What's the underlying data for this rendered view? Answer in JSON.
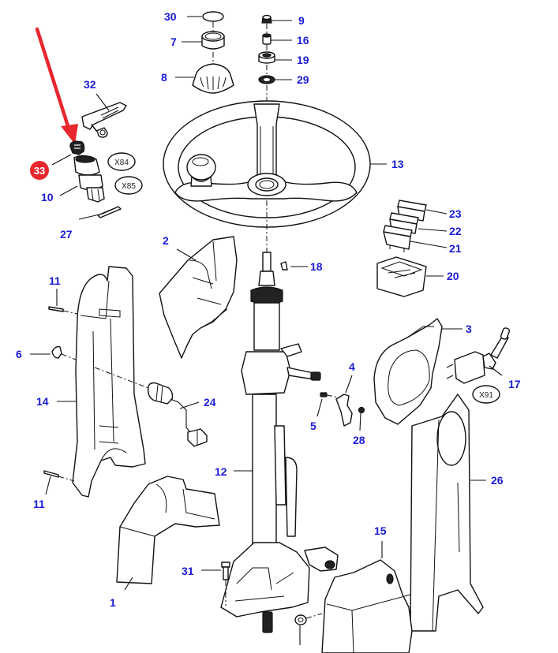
{
  "diagram": {
    "type": "exploded-parts-view",
    "subject": "Steering column assembly",
    "label_color": "#1a1ad6",
    "highlight_color": "#e8262d",
    "highlight": {
      "part": "33",
      "note": "red arrow points to ignition key"
    },
    "parts": [
      {
        "id": "p1",
        "number": "1"
      },
      {
        "id": "p2",
        "number": "2"
      },
      {
        "id": "p3",
        "number": "3"
      },
      {
        "id": "p4",
        "number": "4"
      },
      {
        "id": "p5",
        "number": "5"
      },
      {
        "id": "p6",
        "number": "6"
      },
      {
        "id": "p7",
        "number": "7"
      },
      {
        "id": "p8",
        "number": "8"
      },
      {
        "id": "p9",
        "number": "9"
      },
      {
        "id": "p10",
        "number": "10"
      },
      {
        "id": "p11a",
        "number": "11"
      },
      {
        "id": "p11b",
        "number": "11"
      },
      {
        "id": "p12",
        "number": "12"
      },
      {
        "id": "p13",
        "number": "13"
      },
      {
        "id": "p14",
        "number": "14"
      },
      {
        "id": "p15",
        "number": "15"
      },
      {
        "id": "p16",
        "number": "16"
      },
      {
        "id": "p17",
        "number": "17"
      },
      {
        "id": "p18",
        "number": "18"
      },
      {
        "id": "p19",
        "number": "19"
      },
      {
        "id": "p20",
        "number": "20"
      },
      {
        "id": "p21",
        "number": "21"
      },
      {
        "id": "p22",
        "number": "22"
      },
      {
        "id": "p23",
        "number": "23"
      },
      {
        "id": "p24",
        "number": "24"
      },
      {
        "id": "p26",
        "number": "26"
      },
      {
        "id": "p27",
        "number": "27"
      },
      {
        "id": "p28",
        "number": "28"
      },
      {
        "id": "p29",
        "number": "29"
      },
      {
        "id": "p30",
        "number": "30"
      },
      {
        "id": "p31",
        "number": "31"
      },
      {
        "id": "p32",
        "number": "32"
      },
      {
        "id": "p33",
        "number": "33"
      }
    ],
    "connectors": [
      {
        "id": "x84",
        "label": "X84"
      },
      {
        "id": "x85",
        "label": "X85"
      },
      {
        "id": "x91",
        "label": "X91"
      }
    ],
    "labels": {
      "p1": "1",
      "p2": "2",
      "p3": "3",
      "p4": "4",
      "p5": "5",
      "p6": "6",
      "p7": "7",
      "p8": "8",
      "p9": "9",
      "p10": "10",
      "p11a": "11",
      "p11b": "11",
      "p12": "12",
      "p13": "13",
      "p14": "14",
      "p15": "15",
      "p16": "16",
      "p17": "17",
      "p18": "18",
      "p19": "19",
      "p20": "20",
      "p21": "21",
      "p22": "22",
      "p23": "23",
      "p24": "24",
      "p26": "26",
      "p27": "27",
      "p28": "28",
      "p29": "29",
      "p30": "30",
      "p31": "31",
      "p32": "32",
      "p33": "33"
    },
    "connector_labels": {
      "x84": "X84",
      "x85": "X85",
      "x91": "X91"
    }
  }
}
